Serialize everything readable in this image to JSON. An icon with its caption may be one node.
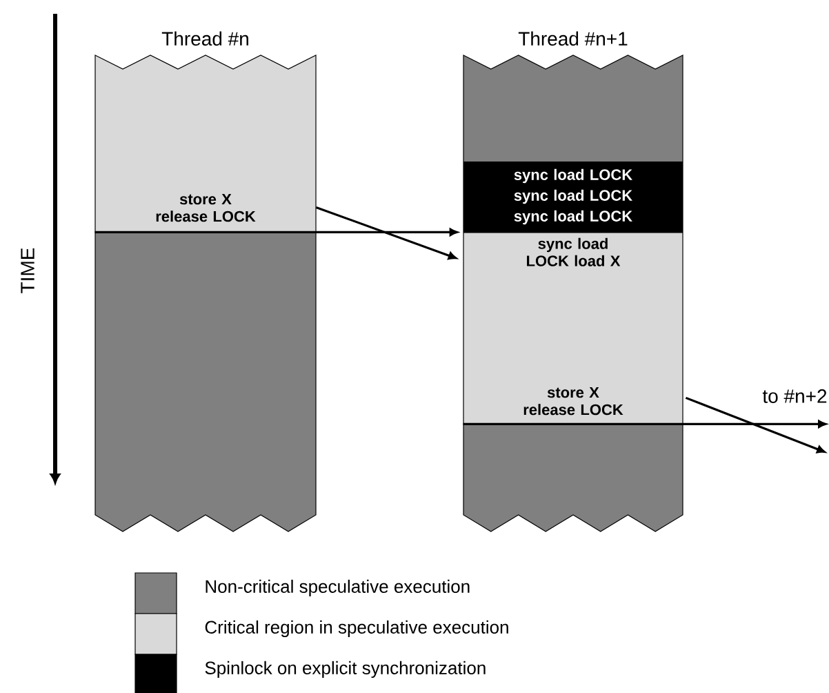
{
  "diagram": {
    "nodes": [
      {
        "text": [
          "Thread #n"
        ]
      },
      {
        "text": [
          "store X release LOCK"
        ],
        "in": 0
      },
      {
        "text": [],
        "shape": "box",
        "in": 0
      },
      {
        "text": [
          "Thread #n+1"
        ]
      },
      {
        "text": [],
        "shape": "box",
        "in": 3
      },
      {
        "text": [
          "sync load LOCK sync load LOCK sync load LOCK"
        ],
        "in": 3
      },
      {
        "text": [
          "sync load LOCK load X",
          "store X release LOCK"
        ],
        "in": 3
      },
      {
        "text": [],
        "shape": "box",
        "in": 3
      },
      {
        "text": [
          "to #n+2"
        ]
      }
    ],
    "edges": [
      {
        "from": 1,
        "to": 5,
        "arrow": "to"
      },
      {
        "from": 1,
        "to": 6,
        "arrow": "to"
      },
      {
        "from": 6,
        "to": 8,
        "arrow": "to"
      },
      {
        "from": 6,
        "to": 8,
        "arrow": "to"
      }
    ],
    "labels": [
      "TIME"
    ],
    "legend": [
      {
        "text": "Non-critical speculative execution",
        "color": "#808080"
      },
      {
        "text": "Critical region in speculative execution",
        "color": "#d9d9d9"
      },
      {
        "text": "Spinlock on explicit synchronization",
        "color": "#000000"
      }
    ]
  }
}
